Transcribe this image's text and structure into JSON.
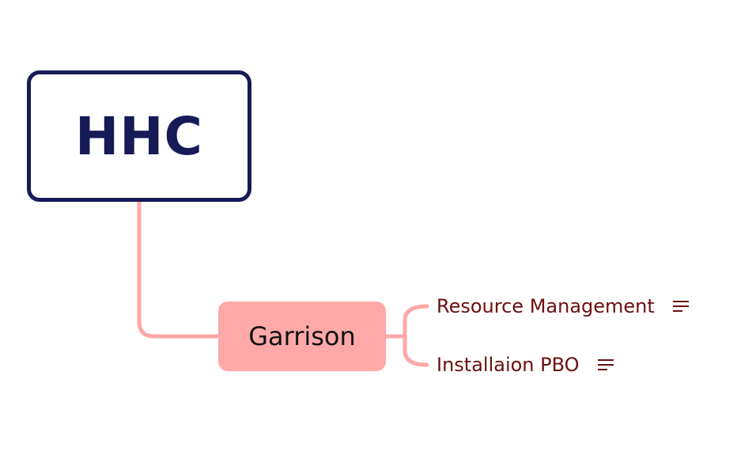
{
  "mindmap": {
    "root": {
      "label": "HHC"
    },
    "main_topic": {
      "label": "Garrison"
    },
    "subtopics": [
      {
        "label": "Resource Management",
        "icon": "notes-icon"
      },
      {
        "label": "Installaion PBO",
        "icon": "notes-icon"
      }
    ]
  },
  "colors": {
    "root_border": "#161a57",
    "root_text": "#161a57",
    "main_fill": "#ffa8a8",
    "connector": "#ffa8a8",
    "subtopic_text": "#6b0f0f"
  }
}
